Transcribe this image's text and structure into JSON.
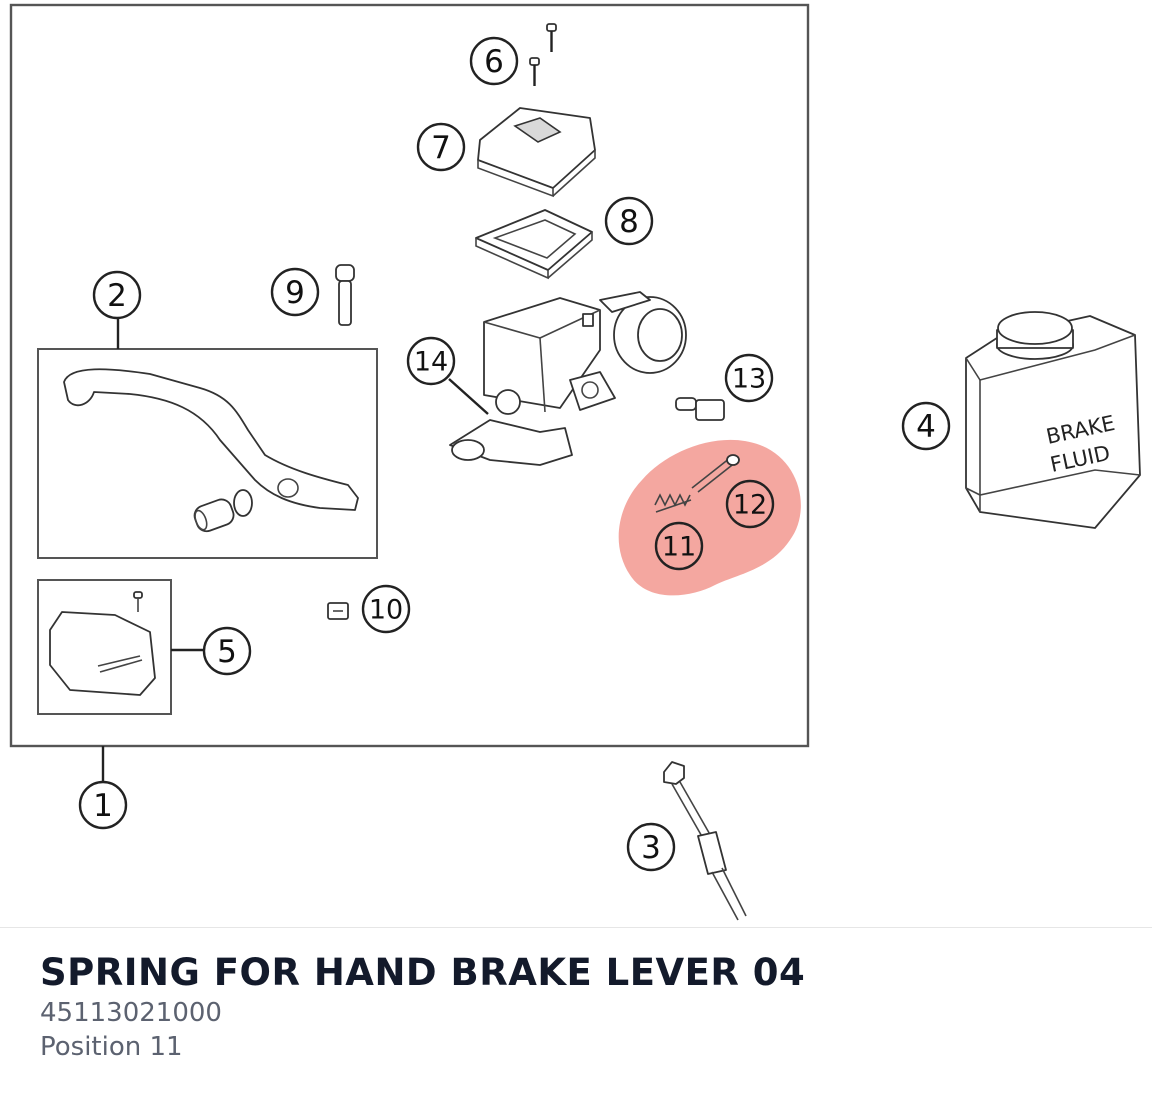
{
  "diagram": {
    "callouts": {
      "c1": "1",
      "c2": "2",
      "c3": "3",
      "c4": "4",
      "c5": "5",
      "c6": "6",
      "c7": "7",
      "c8": "8",
      "c9": "9",
      "c10": "10",
      "c11": "11",
      "c12": "12",
      "c13": "13",
      "c14": "14"
    },
    "fluid_label": {
      "line1": "BRAKE",
      "line2": "FLUID"
    },
    "highlight_color": "#f08a80",
    "highlighted_position": "11"
  },
  "part": {
    "title": "SPRING FOR HAND BRAKE LEVER 04",
    "number": "45113021000",
    "position": "Position 11"
  }
}
